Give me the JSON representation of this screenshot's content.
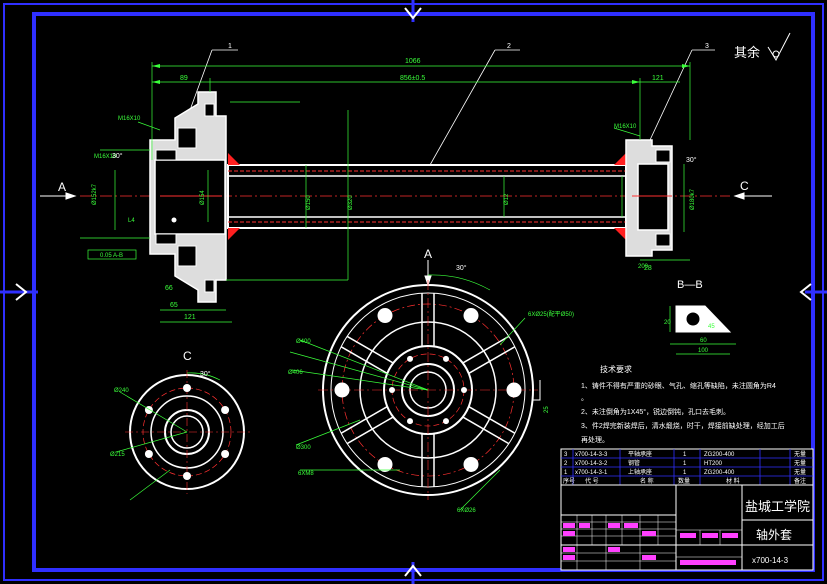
{
  "surface_finish": "其余",
  "view_labels": {
    "a_left": "A",
    "c_right": "C",
    "a_top": "A",
    "c_view": "C",
    "bb": "B—B"
  },
  "balloons": [
    "1",
    "2",
    "3"
  ],
  "dims": {
    "overall": "1066",
    "left_89": "89",
    "mid_856": "856±0.5",
    "right_121": "121",
    "m1": "M16X10",
    "m2": "M16X10",
    "m_right": "M16X10",
    "d152": "Ø152k7",
    "d150": "Ø150",
    "d320": "Ø320",
    "d12": "Ø12",
    "d180": "Ø180k7",
    "d154": "Ø154",
    "l4": "L4",
    "tol": "0.05 A-B",
    "dim66": "66",
    "dim65": "65",
    "dim121b": "121",
    "dim28": "28",
    "dim30a": "30°",
    "dim30b": "30°",
    "dim30c": "30°",
    "dim30d": "30°",
    "d400": "Ø400",
    "d406": "Ø406",
    "d300": "Ø300",
    "hole6x25": "6XØ25(配平Ø50)",
    "hole6xm8": "6XM8",
    "hole6x26": "6XØ26",
    "d240": "Ø240",
    "d215": "Ø215",
    "dd25": "25",
    "bb20": "20",
    "bb45": "45",
    "bb60": "60",
    "bb100": "100",
    "bb200": "200"
  },
  "tech_req": {
    "title": "技术要求",
    "lines": [
      "1、铸件不得有严重的砂眼、气孔、缩孔等缺陷，未注圆角为R4",
      "。",
      "2、未注倒角为1X45°，锐边倒钝，孔口去毛刺。",
      "3、件2焊完新装焊后，清水煅烧，时干，焊接前缺处理，经加工后",
      "再处理。"
    ]
  },
  "title_block": {
    "rows": [
      {
        "n": "3",
        "code": "x700-14-3-3",
        "name": "平轴承座",
        "qty": "1",
        "mat": "ZG200-400",
        "mass": "无量"
      },
      {
        "n": "2",
        "code": "x700-14-3-2",
        "name": "钢管",
        "qty": "1",
        "mat": "HT200",
        "mass": "无量"
      },
      {
        "n": "1",
        "code": "x700-14-3-1",
        "name": "上轴承座",
        "qty": "1",
        "mat": "ZG200-400",
        "mass": "无量"
      }
    ],
    "headers": {
      "seq": "序号",
      "code": "代  号",
      "name": "名  称",
      "qty": "数量",
      "mat": "材 料",
      "note": "备注"
    },
    "school": "盐城工学院",
    "part_name": "轴外套",
    "drawing_no": "x700-14-3"
  }
}
